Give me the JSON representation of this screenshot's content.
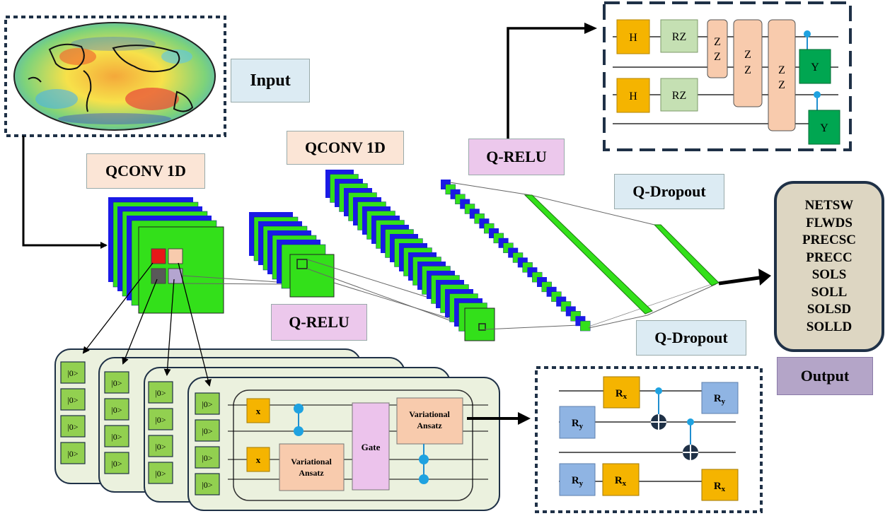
{
  "labels": {
    "input": "Input",
    "qconv1": "QCONV 1D",
    "qconv2": "QCONV 1D",
    "qrelu_top": "Q-RELU",
    "qrelu_mid": "Q-RELU",
    "qdropout_top": "Q-Dropout",
    "qdropout_bottom": "Q-Dropout",
    "output": "Output"
  },
  "output_vars": [
    "NETSW",
    "FLWDS",
    "PRECSC",
    "PRECC",
    "SOLS",
    "SOLL",
    "SOLSD",
    "SOLLD"
  ],
  "qrelu_circuit": {
    "h1": "H",
    "h2": "H",
    "rz1": "RZ",
    "rz2": "RZ",
    "zz": "Z\nZ",
    "y1": "Y",
    "y2": "Y"
  },
  "conv_circuit": {
    "ket": "|0>",
    "x": "x",
    "variational_ansatz": "Variational\nAnsatz",
    "gate": "Gate"
  },
  "dropout_circuit": {
    "rx": "Rx",
    "ry": "Ry"
  },
  "colors": {
    "green": "#33e01a",
    "blue": "#1a1ae6",
    "h_gate": "#f5b400",
    "rz_gate": "#c5e0b3",
    "zz_gate": "#f8cbad",
    "y_gate": "#00a651",
    "ry_gate": "#8fb4e3",
    "ket_box": "#92d050",
    "panel_bg": "#ebf1de",
    "gate_pink": "#ecc3ec"
  }
}
